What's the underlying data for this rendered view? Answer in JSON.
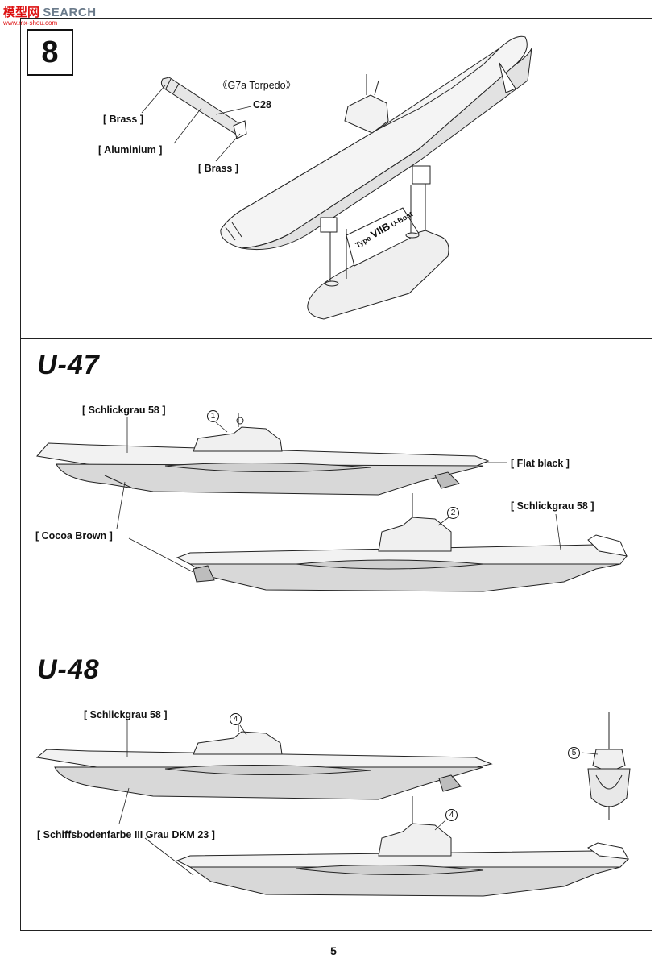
{
  "watermark": {
    "brand_red": "模型网",
    "brand_gray": "SEARCH",
    "url": "www.mx-shou.com"
  },
  "step": {
    "number": "8"
  },
  "torpedo": {
    "name": "《G7a Torpedo》",
    "part": "C28",
    "labels": [
      "[ Brass ]",
      "[ Aluminium ]",
      "[ Brass ]"
    ]
  },
  "stand": {
    "badge_type": "Type",
    "badge_class": "VIIB",
    "badge_suffix": "U-Boat"
  },
  "u47": {
    "title": "U-47",
    "top_paint": "[ Schlickgrau 58 ]",
    "deck_paint": "[ Flat black ]",
    "hull_paint": "[ Cocoa Brown ]",
    "right_paint": "[ Schlickgrau 58 ]",
    "callouts": [
      "1",
      "2"
    ]
  },
  "u48": {
    "title": "U-48",
    "top_paint": "[ Schlickgrau 58 ]",
    "hull_paint": "[ Schiffsbodenfarbe III Grau DKM 23 ]",
    "callouts": [
      "4",
      "5",
      "4"
    ]
  },
  "page": {
    "number": "5"
  },
  "colors": {
    "line": "#222222",
    "hull_fill": "#d8d8d8",
    "deck_fill": "#f2f2f2",
    "watermark_red": "#dd1111"
  }
}
